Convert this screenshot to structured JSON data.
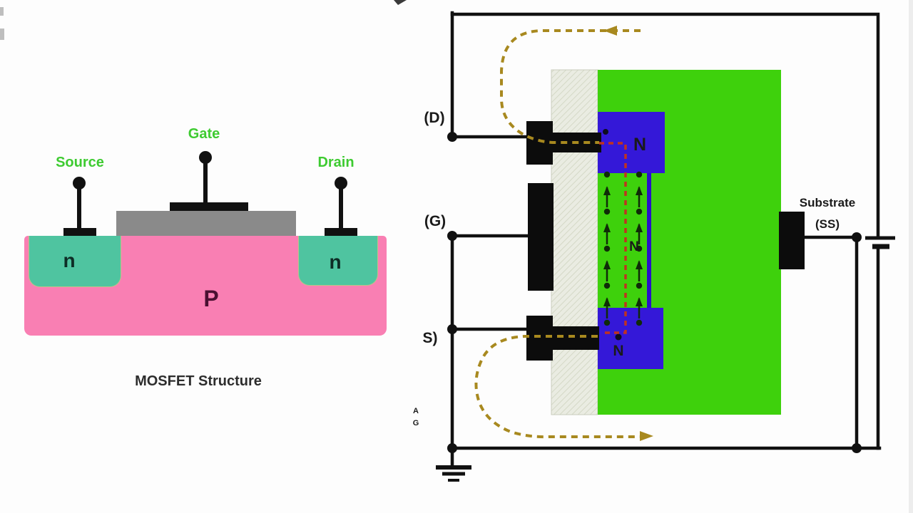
{
  "left_diagram": {
    "title": "MOSFET Structure",
    "terminal_labels": {
      "source": "Source",
      "gate": "Gate",
      "drain": "Drain"
    },
    "region_labels": {
      "n_left": "n",
      "n_right": "n",
      "p_substrate": "P"
    }
  },
  "right_diagram": {
    "terminal_labels": {
      "drain": "(D)",
      "gate": "(G)",
      "source": "S)"
    },
    "substrate_label": {
      "line1": "Substrate",
      "line2": "(SS)"
    },
    "region_labels": {
      "n_drain": "N",
      "n_channel": "N",
      "n_source": "N"
    },
    "watermark": {
      "line1": "A",
      "line2": "G"
    }
  },
  "colors": {
    "p_region_pink": "#f97fb3",
    "n_region_teal": "#4fc4a0",
    "gate_oxide_gray": "#8a8a8a",
    "terminal_label_green": "#3ecb31",
    "body_green": "#3ed10c",
    "n_region_blue": "#3418d8",
    "channel_line_blue": "#2a10c8",
    "current_flow_olive": "#a8891f",
    "channel_current_red": "#bf3220",
    "wire_black": "#111111"
  }
}
